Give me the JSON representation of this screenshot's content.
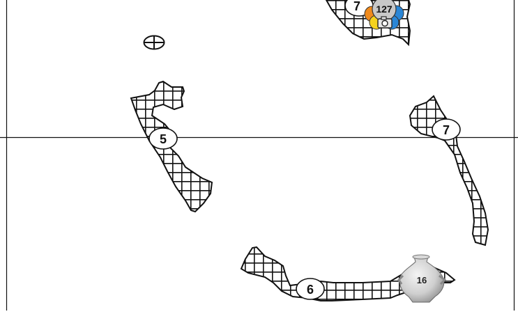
{
  "map": {
    "colors": {
      "background": "#ffffff",
      "line": "#111111",
      "hatch": "#111111",
      "label_fill": "#ffffff",
      "vase_light": "#e6e6e6",
      "vase_dark": "#8c8c8c",
      "cluster_orange": "#f08a1c",
      "cluster_blue": "#2a86d6",
      "cluster_yellow": "#f5d21e",
      "cluster_grey": "#c8c8c8"
    },
    "labels": {
      "top_group": "7",
      "cluster_count": "127",
      "left_group": "5",
      "right_group": "7",
      "bottom_group": "6",
      "vase_count": "16"
    },
    "icons": {
      "cluster": "photo-cluster-icon",
      "camera": "camera-icon",
      "vase": "vase-icon",
      "small_marker": "circle-cross-marker-icon"
    }
  }
}
